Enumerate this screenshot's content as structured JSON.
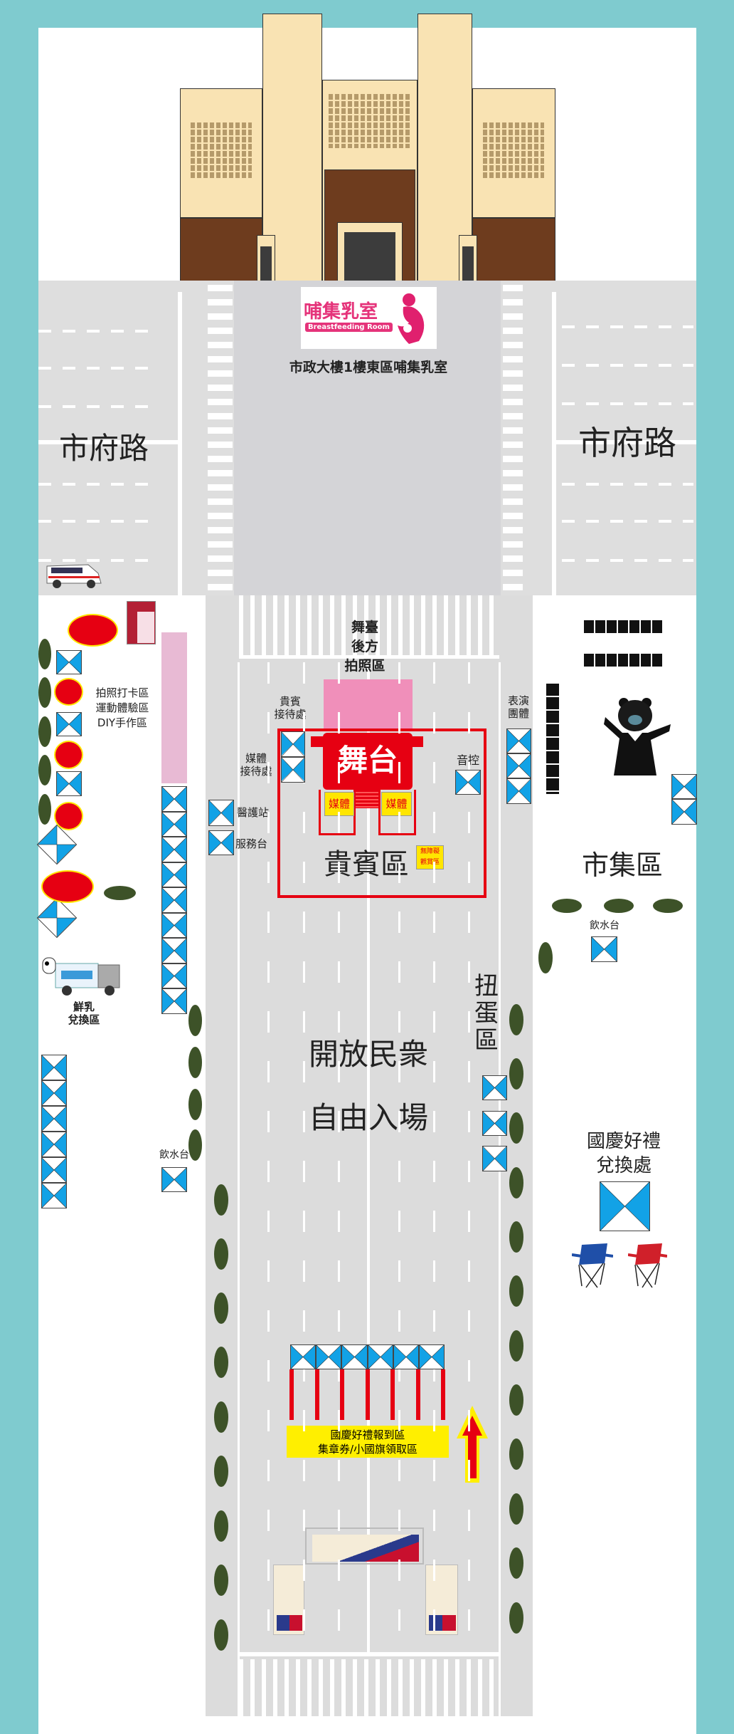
{
  "building": {
    "name": "city-hall"
  },
  "breastfeeding_logo": {
    "title": "哺集乳室",
    "subtitle": "Breastfeeding Room"
  },
  "breastfeeding_label": "市政大樓1樓東區哺集乳室",
  "roads": {
    "left": "市府路",
    "right": "市府路"
  },
  "stage": {
    "photo_area": [
      "舞臺",
      "後方",
      "拍照區"
    ],
    "label": "舞台",
    "media_left": "媒體",
    "media_right": "媒體",
    "vip_area": "貴賓區",
    "accessible_area": [
      "無障礙",
      "觀賞區"
    ],
    "sound_control": "音控",
    "vip_reception": [
      "貴賓",
      "接待處"
    ],
    "media_reception": [
      "媒體",
      "接待處"
    ],
    "medical_station": "醫護站",
    "service_desk": "服務台"
  },
  "left_zone": {
    "activities": [
      "拍照打卡區",
      "運動體驗區",
      "DIY手作區"
    ],
    "milk_exchange": [
      "鮮乳",
      "兌換區"
    ],
    "water_station": "飲水台"
  },
  "right_zone": {
    "performers": [
      "表演",
      "團體"
    ],
    "market": "市集區",
    "water_station": "飲水台",
    "gashapon": [
      "扭",
      "蛋",
      "區"
    ],
    "gift_exchange": [
      "國慶好禮",
      "兌換處"
    ]
  },
  "main_road": {
    "open_line1": "開放民衆",
    "open_line2": "自由入場"
  },
  "checkin": {
    "line1": "國慶好禮報到區",
    "line2": "集章券/小國旗領取區"
  },
  "colors": {
    "tent_blue": "#12a2e6",
    "stage_red": "#e60012",
    "tree_green": "#3d5228",
    "background_teal": "#7fcbcf",
    "banner_yellow": "#ffef00"
  }
}
